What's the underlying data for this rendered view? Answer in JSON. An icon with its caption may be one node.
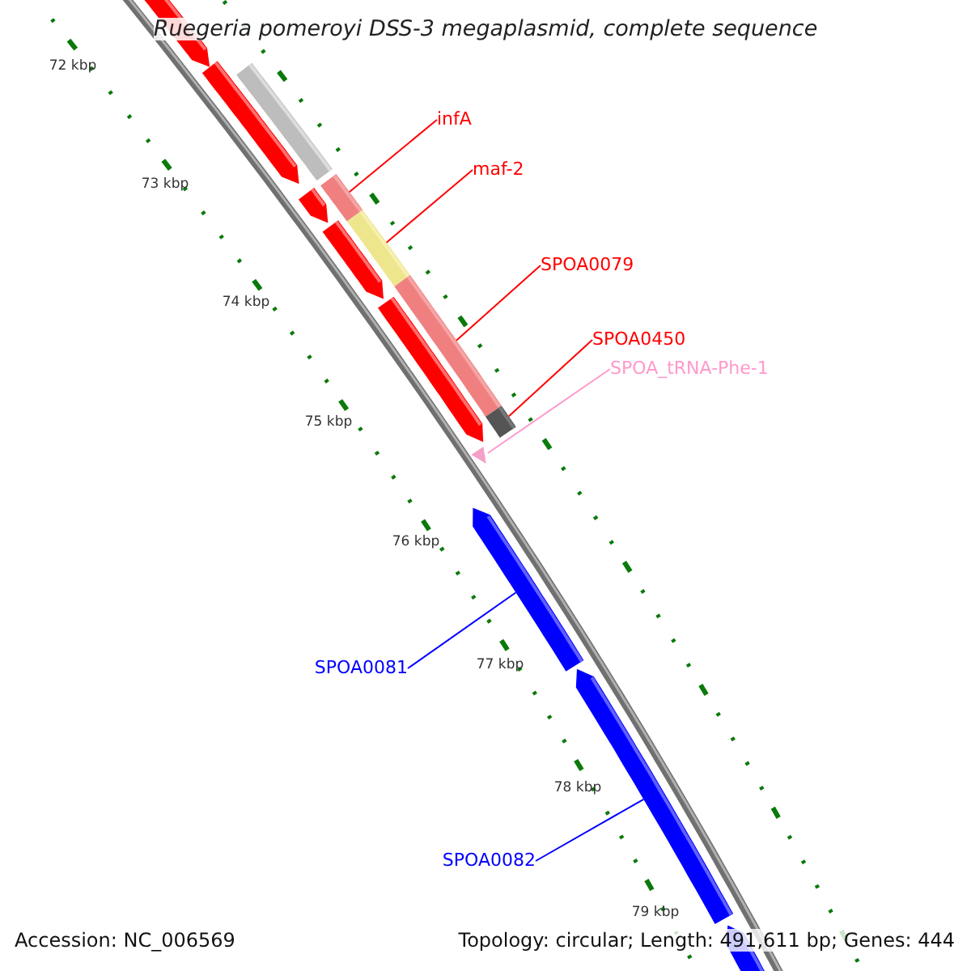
{
  "diagram": {
    "title": "Ruegeria pomeroyi DSS-3 megaplasmid, complete sequence",
    "nodes": [
      {
        "text": [
          "infA"
        ]
      },
      {
        "text": [],
        "shape": "bar"
      },
      {
        "text": [
          "maf-2"
        ]
      },
      {
        "text": [],
        "shape": "bar"
      },
      {
        "text": [
          "SPOA0079"
        ]
      },
      {
        "text": [],
        "shape": "bar"
      },
      {
        "text": [
          "SPOA0450"
        ]
      },
      {
        "text": [],
        "shape": "bar"
      },
      {
        "text": [
          "SPOA_tRNA-Phe-1"
        ]
      },
      {
        "text": [],
        "shape": "triangle"
      },
      {
        "text": [
          "SPOA0081"
        ]
      },
      {
        "text": [],
        "shape": "arrow"
      },
      {
        "text": [
          "SPOA0082"
        ]
      },
      {
        "text": [],
        "shape": "arrow"
      }
    ],
    "edges": [
      {
        "from": 0,
        "to": 1,
        "arrow": "none"
      },
      {
        "from": 2,
        "to": 3,
        "arrow": "none"
      },
      {
        "from": 4,
        "to": 5,
        "arrow": "none"
      },
      {
        "from": 6,
        "to": 7,
        "arrow": "none"
      },
      {
        "from": 8,
        "to": 9,
        "arrow": "none",
        "color": "#ff99cc"
      },
      {
        "from": 10,
        "to": 11,
        "arrow": "none",
        "color": "#0000ff"
      },
      {
        "from": 12,
        "to": 13,
        "arrow": "none",
        "color": "#0000ff"
      }
    ],
    "labels": [
      "72 kbp",
      "73 kbp",
      "74 kbp",
      "75 kbp",
      "76 kbp",
      "77 kbp",
      "78 kbp",
      "79 kbp",
      "Accession: NC_006569",
      "Topology: circular; Length: 491,611 bp; Genes: 444"
    ]
  }
}
